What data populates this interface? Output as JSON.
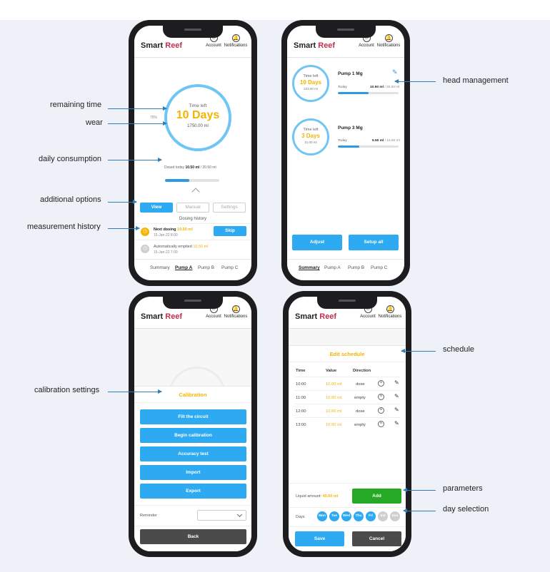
{
  "app": {
    "logo_main": "Smart",
    "logo_accent": "Reef",
    "account_label": "Account",
    "notifications_label": "Notifications"
  },
  "tabs": {
    "summary": "Summary",
    "pump_a": "Pump A",
    "pump_b": "Pump B",
    "pump_c": "Pump C"
  },
  "annotations": {
    "remaining_time": "remaining time",
    "wear": "wear",
    "daily_consumption": "daily consumption",
    "additional_options": "additional options",
    "measurement_history": "measurement history",
    "head_management": "head management",
    "calibration_settings": "calibration settings",
    "schedule": "schedule",
    "parameters": "parameters",
    "day_selection": "day selection"
  },
  "pump_a": {
    "time_left_label": "Time left",
    "time_left_value": "10 Days",
    "volume": "1750.00 ml",
    "percent": "75%",
    "dosed_today_label": "Dosed today",
    "dosed_today_value": "10.50 ml",
    "dosed_today_total": "/ 20.50 ml",
    "progress": 0.45,
    "view_btn": "View",
    "manual_btn": "Manual",
    "settings_btn": "Settings",
    "history_title": "Dosing history",
    "next_dosing_label": "Next dosing",
    "next_dosing_value": "10.50 ml",
    "next_dosing_date": "15-Jan-22 8:00",
    "skip_btn": "Skip",
    "auto_label": "Automatically emptied",
    "auto_value": "10.50 ml",
    "auto_date": "15-Jan-22 7:00"
  },
  "summary": {
    "pumps": [
      {
        "time_left_label": "Time left",
        "days": "10 Days",
        "volume": "223.00 ml",
        "name": "Pump 1 Mg",
        "today_label": "Today",
        "today_value": "10.50 ml",
        "today_total": "/ 20.50 ml",
        "progress": 0.5
      },
      {
        "time_left_label": "Time left",
        "days": "3 Days",
        "volume": "11.00 ml",
        "name": "Pump 3 Mg",
        "today_label": "Today",
        "today_value": "5.50 ml",
        "today_total": "/ 15.50 ml",
        "progress": 0.35
      }
    ],
    "adjust_btn": "Adjust",
    "setup_all_btn": "Setup all"
  },
  "calibration": {
    "title": "Calibration",
    "fill_circuit": "Fill the circuit",
    "begin": "Begin calibration",
    "accuracy": "Accuracy test",
    "import": "Import",
    "export": "Export",
    "reminder_label": "Reminder",
    "back_btn": "Back"
  },
  "schedule": {
    "title": "Edit schedule",
    "col_time": "Time",
    "col_value": "Value",
    "col_direction": "Direction",
    "rows": [
      {
        "time": "10:00",
        "value": "10.00 ml",
        "direction": "dose"
      },
      {
        "time": "11:00",
        "value": "10.00 ml",
        "direction": "empty"
      },
      {
        "time": "12:00",
        "value": "10.00 ml",
        "direction": "dose"
      },
      {
        "time": "13:00",
        "value": "10.00 ml",
        "direction": "empty"
      }
    ],
    "liquid_label": "Liquid amount:",
    "liquid_value": "40.00 ml",
    "add_btn": "Add",
    "days_label": "Days",
    "days": [
      "Mon",
      "Tue",
      "Wed",
      "Thu",
      "Fri",
      "Sat",
      "Sun"
    ],
    "days_active": [
      true,
      true,
      true,
      true,
      true,
      false,
      false
    ],
    "save_btn": "Save",
    "cancel_btn": "Cancel"
  },
  "colors": {
    "accent_blue": "#2eaaf3",
    "ring_blue": "#6fc5f3",
    "highlight_yellow": "#f5b400",
    "brand_red": "#c0304f",
    "add_green": "#26a925"
  }
}
